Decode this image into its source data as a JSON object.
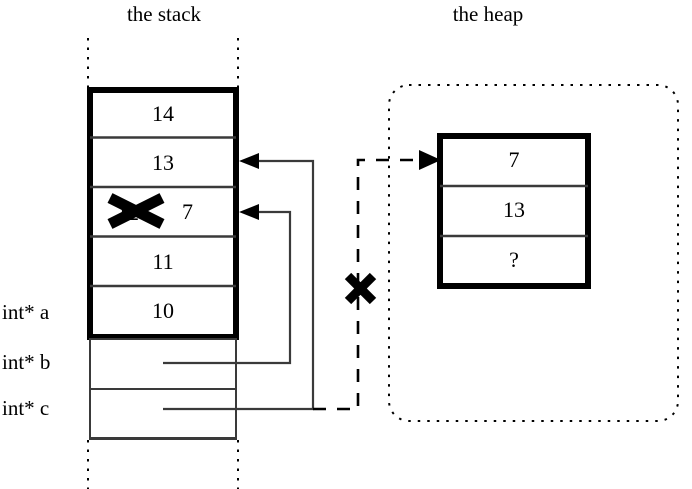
{
  "titles": {
    "stack": "the stack",
    "heap": "the heap"
  },
  "colors": {
    "ink": "#000000",
    "rule": "#3a3a3a",
    "background": "#ffffff"
  },
  "stack": {
    "framed_cells": [
      {
        "value": "14"
      },
      {
        "value": "13"
      },
      {
        "value": "12",
        "struck": true,
        "annotation": "7"
      },
      {
        "value": "11"
      },
      {
        "value": "10"
      }
    ],
    "pointer_rows": [
      {
        "label": "int* a",
        "value": ""
      },
      {
        "label": "int* b",
        "value": ""
      },
      {
        "label": "int* c",
        "value": ""
      }
    ]
  },
  "heap": {
    "cells": [
      {
        "value": "7"
      },
      {
        "value": "13"
      },
      {
        "value": "?"
      }
    ]
  },
  "marks": {
    "struck_value_mark": "x-cross-mark",
    "broken_pointer_mark": "x-cross-mark"
  }
}
